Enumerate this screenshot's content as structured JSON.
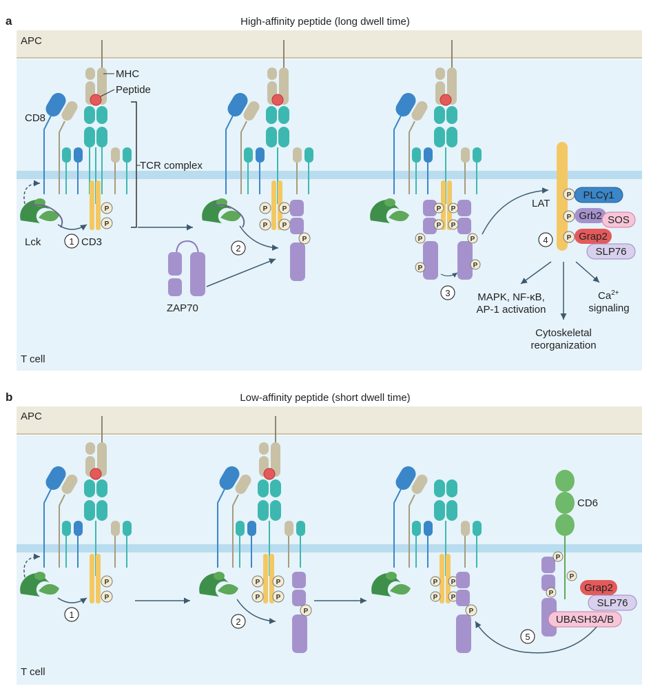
{
  "panel_a": {
    "letter": "a",
    "title": "High-affinity peptide (long dwell time)",
    "apc": "APC",
    "tcell": "T cell",
    "labels": {
      "cd8": "CD8",
      "mhc": "MHC",
      "peptide": "Peptide",
      "tcr_complex": "TCR complex",
      "lck": "Lck",
      "cd3": "CD3",
      "zap70": "ZAP70",
      "lat": "LAT",
      "plcg1": "PLCγ1",
      "grb2": "Grb2",
      "sos": "SOS",
      "grap2": "Grap2",
      "slp76": "SLP76",
      "mapk_1": "MAPK, NF-κB,",
      "mapk_2": "AP-1 activation",
      "cyto_1": "Cytoskeletal",
      "cyto_2": "reorganization",
      "ca": "Ca",
      "ca_sup": "2+",
      "ca_2": "signaling"
    },
    "steps": [
      "1",
      "2",
      "3",
      "4"
    ]
  },
  "panel_b": {
    "letter": "b",
    "title": "Low-affinity peptide (short dwell time)",
    "apc": "APC",
    "tcell": "T cell",
    "labels": {
      "cd6": "CD6",
      "grap2": "Grap2",
      "slp76": "SLP76",
      "ubash": "UBASH3A/B"
    },
    "steps": [
      "1",
      "2",
      "5"
    ]
  },
  "phospho": "P",
  "colors": {
    "apc_band": "#edeadc",
    "cell_bg": "#e6f3fa",
    "membrane": "#b9dcef",
    "teal": "#3db8b0",
    "tan": "#c9c1a6",
    "blue": "#3a86c8",
    "purple": "#a592cc",
    "yellow": "#f3c864",
    "green": "#5ea85a",
    "red": "#e45a5a",
    "pink": "#f6c6d8"
  }
}
